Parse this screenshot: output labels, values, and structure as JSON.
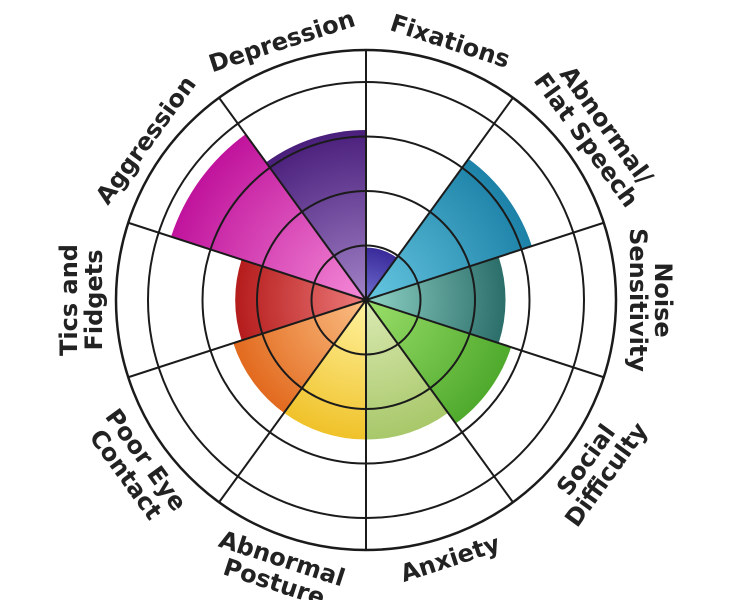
{
  "chart_data": {
    "type": "polar-area",
    "title": "",
    "rmax": 5,
    "grid": true,
    "legend": "none",
    "categories": [
      {
        "lines": [
          "Fixations"
        ],
        "value": 1.2,
        "color_outer": "#3a2a9a",
        "color_inner": "#6f6fd0"
      },
      {
        "lines": [
          "Abnormal/",
          "Flat Speech"
        ],
        "value": 4.0,
        "color_outer": "#1d82a8",
        "color_inner": "#66c7e0"
      },
      {
        "lines": [
          "Noise",
          "Sensitivity"
        ],
        "value": 3.2,
        "color_outer": "#2c6e6a",
        "color_inner": "#8fd3c6"
      },
      {
        "lines": [
          "Social",
          "Difficulty"
        ],
        "value": 3.5,
        "color_outer": "#4faa2c",
        "color_inner": "#9bdf6b"
      },
      {
        "lines": [
          "Anxiety"
        ],
        "value": 3.2,
        "color_outer": "#a8c86a",
        "color_inner": "#dbeab3"
      },
      {
        "lines": [
          "Abnormal",
          "Posture"
        ],
        "value": 3.2,
        "color_outer": "#f0c22a",
        "color_inner": "#fff3a0"
      },
      {
        "lines": [
          "Poor Eye",
          "Contact"
        ],
        "value": 3.2,
        "color_outer": "#e26a1e",
        "color_inner": "#fbbf85"
      },
      {
        "lines": [
          "Tics and",
          "Fidgets"
        ],
        "value": 3.0,
        "color_outer": "#b51c1c",
        "color_inner": "#ee7b7b"
      },
      {
        "lines": [
          "Aggression"
        ],
        "value": 4.7,
        "color_outer": "#c0139c",
        "color_inner": "#f48ad7"
      },
      {
        "lines": [
          "Depression"
        ],
        "value": 3.9,
        "color_outer": "#4a1f7c",
        "color_inner": "#a283c7"
      }
    ]
  }
}
